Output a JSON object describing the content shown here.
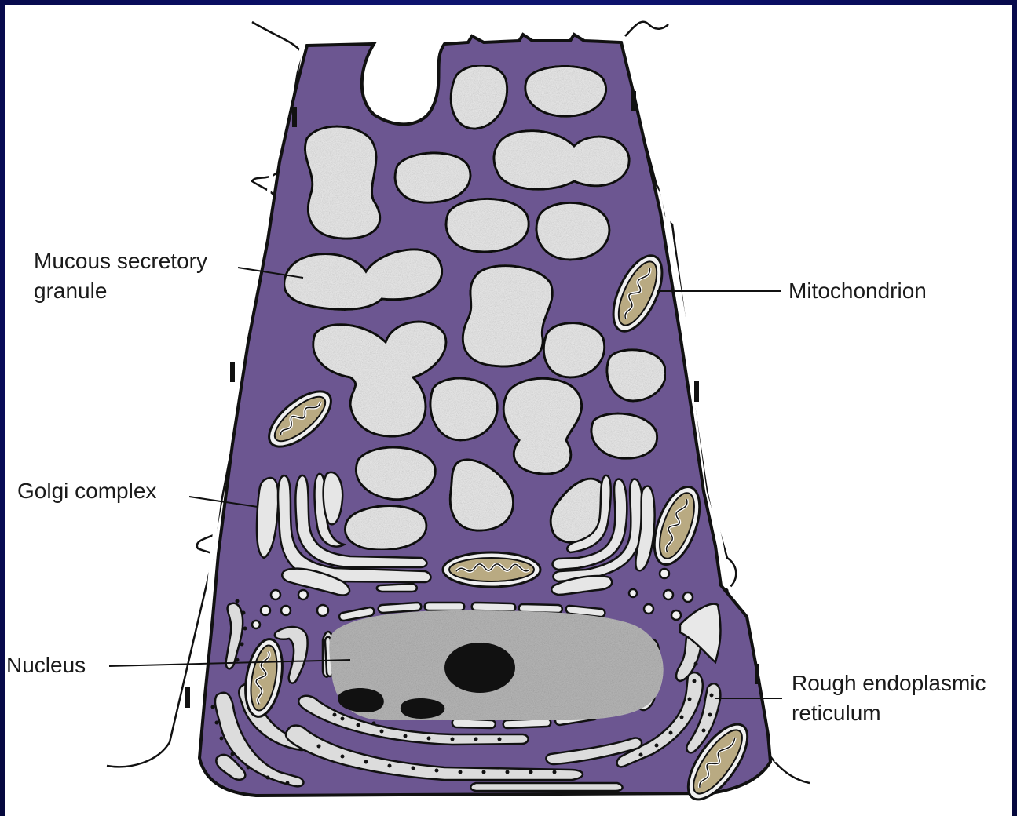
{
  "labels": {
    "mucous_line1": "Mucous secretory",
    "mucous_line2": "granule",
    "mitochondrion": "Mitochondrion",
    "golgi": "Golgi complex",
    "nucleus": "Nucleus",
    "rer_line1": "Rough endoplasmic",
    "rer_line2": "reticulum"
  },
  "colors": {
    "cytoplasm": "#6c5691",
    "granule": "#ebebeb",
    "mitochondrion_fill": "#b9aa82",
    "nucleus_fill": "#b8b8b8",
    "nucleolus": "#111111",
    "background_frame": "#0b0f5c"
  }
}
